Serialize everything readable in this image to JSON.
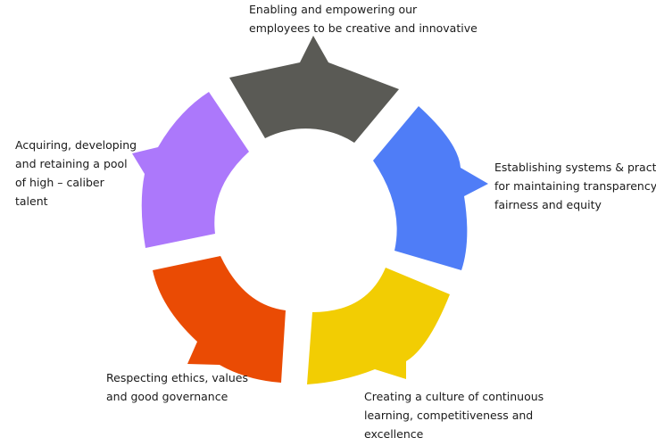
{
  "diagram": {
    "segments": [
      {
        "id": "top",
        "color": "#5a5a55",
        "lines": [
          "Enabling and empowering our",
          "employees to be creative and innovative"
        ]
      },
      {
        "id": "right",
        "color": "#4f7df7",
        "lines": [
          "Establishing systems & practices",
          "for maintaining transparency,",
          "fairness and equity"
        ]
      },
      {
        "id": "bottom-right",
        "color": "#f2cd03",
        "lines": [
          "Creating a culture of continuous",
          "learning, competitiveness and",
          "excellence"
        ]
      },
      {
        "id": "bottom-left",
        "color": "#ea4b04",
        "lines": [
          "Respecting ethics, values",
          "and good governance"
        ]
      },
      {
        "id": "left",
        "color": "#ac78fb",
        "lines": [
          "Acquiring, developing",
          "and retaining a pool",
          "of high – caliber",
          "talent"
        ]
      }
    ]
  }
}
